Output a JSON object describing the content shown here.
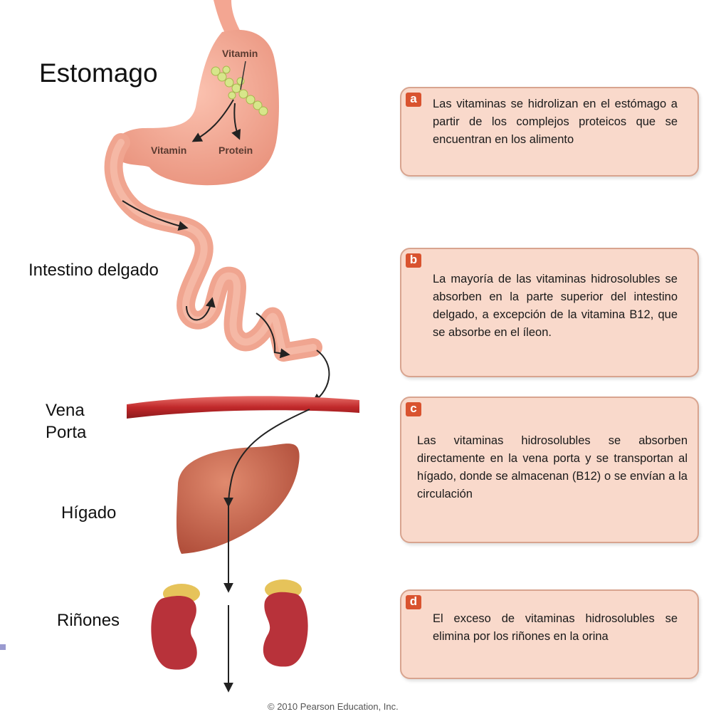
{
  "labels": {
    "stomach": "Estomago",
    "intestine": "Intestino delgado",
    "vena_line1": "Vena",
    "vena_line2": "Porta",
    "liver": "Hígado",
    "kidneys": "Riñones"
  },
  "stomach_labels": {
    "vitamin_top": "Vitamin",
    "vitamin": "Vitamin",
    "protein": "Protein"
  },
  "boxes": [
    {
      "letter": "a",
      "text": "Las vitaminas se hidrolizan en el estómago a partir de los complejos proteicos que se encuentran en los alimento"
    },
    {
      "letter": "b",
      "text": "La mayoría de las vitaminas hidrosolubles se absorben en la parte superior del intestino delgado, a excepción de la vitamina B12, que se absorbe en el íleon."
    },
    {
      "letter": "c",
      "text": "Las vitaminas hidrosolubles se absorben directamente en la vena porta y se transportan al hígado, donde se almacenan (B12) o se envían a la circulación"
    },
    {
      "letter": "d",
      "text": "El exceso de vitaminas hidrosolubles se elimina por los riñones en la orina"
    }
  ],
  "copyright": "© 2010 Pearson Education, Inc.",
  "colors": {
    "box_fill": "#f9d9cb",
    "box_border": "#d8a48f",
    "badge": "#d9532f",
    "organ_pink": "#f0a08c",
    "vein_red": "#c0282a",
    "liver": "#c9604a",
    "kidney": "#b8323a"
  }
}
